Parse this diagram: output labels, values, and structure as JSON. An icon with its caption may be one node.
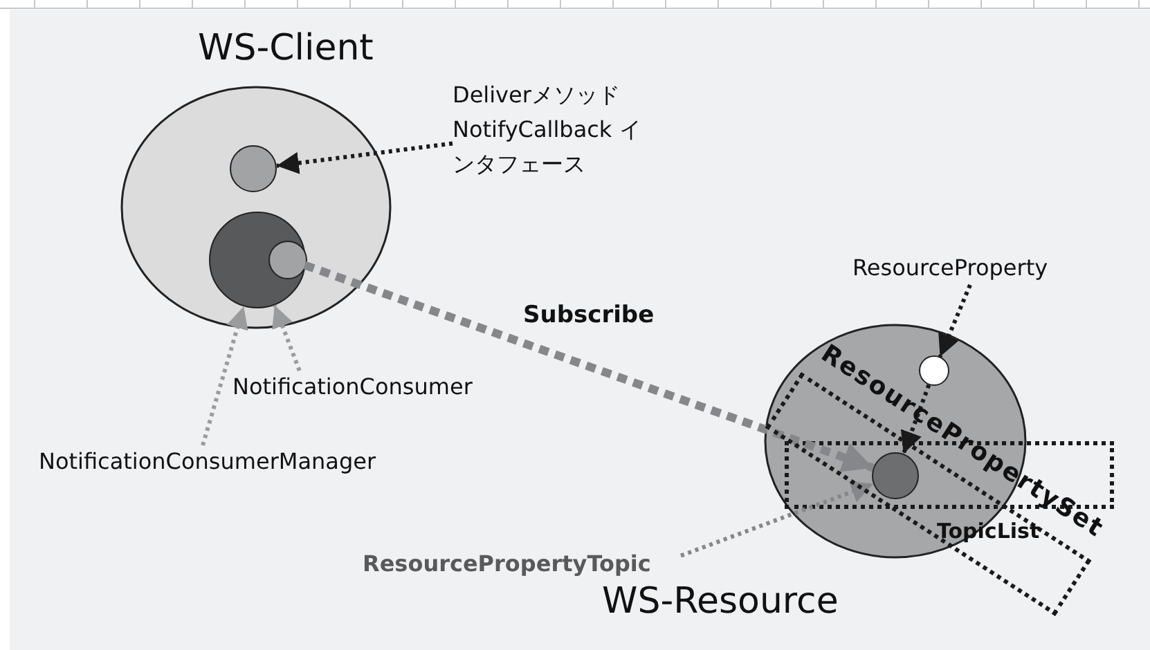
{
  "diagram": {
    "nodes": [
      {
        "text": [
          "WS-Client"
        ]
      },
      {
        "text": [],
        "shape": "circle",
        "in": 0
      },
      {
        "text": [],
        "shape": "circle",
        "in": 0
      },
      {
        "text": [],
        "shape": "circle",
        "in": 2
      },
      {
        "text": [
          "Deliverメソッド NotifyCallback インタフェース"
        ]
      },
      {
        "text": [
          "NotificationConsumer"
        ]
      },
      {
        "text": [
          "NotificationConsumerManager"
        ]
      },
      {
        "text": [
          "WS-Resource"
        ]
      },
      {
        "text": [],
        "shape": "circle",
        "in": 7
      },
      {
        "text": [],
        "shape": "circle",
        "in": 7
      },
      {
        "text": [
          "ResourceProperty"
        ]
      },
      {
        "text": [
          "ResourcePropertyTopic"
        ]
      }
    ],
    "labels": [
      "ResourcePropertySet",
      "TopicList"
    ],
    "edges": [
      {
        "from": 4,
        "to": 1,
        "arrow": "to"
      },
      {
        "from": 5,
        "to": 2,
        "arrow": "to",
        "color": "#9a9b9d"
      },
      {
        "from": 6,
        "to": 2,
        "arrow": "to",
        "color": "#9a9b9d"
      },
      {
        "from": 3,
        "to": 9,
        "arrow": "to",
        "label": "Subscribe",
        "style": "dashed",
        "color": "#86878a"
      },
      {
        "from": 10,
        "to": 8,
        "arrow": "to"
      },
      {
        "from": 8,
        "to": 9,
        "arrow": "to"
      },
      {
        "from": 11,
        "to": 9,
        "arrow": "to",
        "color": "#86878a"
      }
    ]
  }
}
